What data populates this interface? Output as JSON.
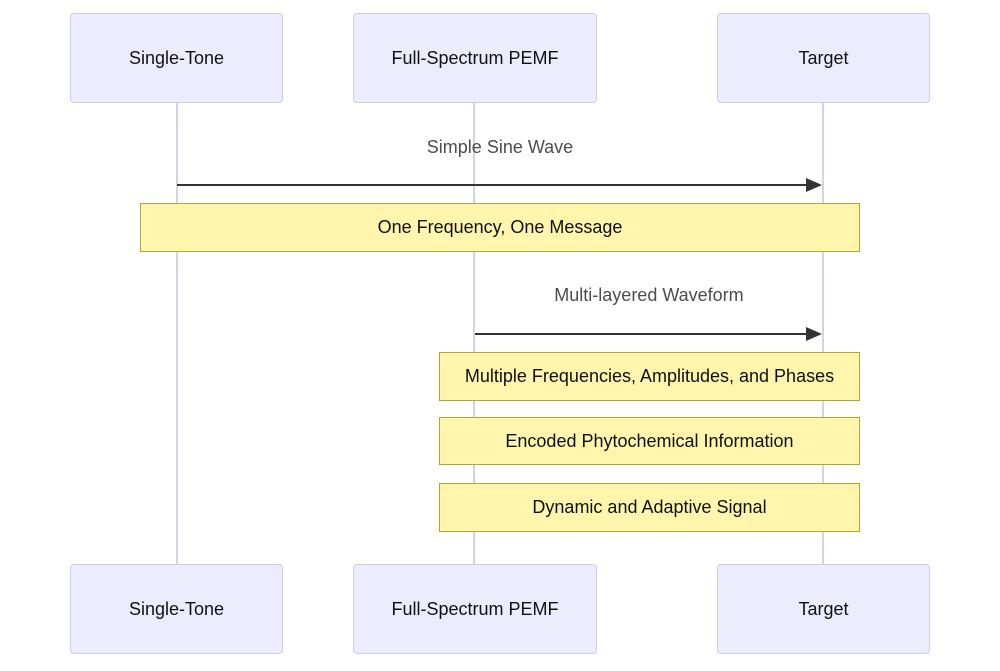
{
  "diagram": {
    "type": "sequence",
    "actors": [
      {
        "label": "Single-Tone"
      },
      {
        "label": "Full-Spectrum PEMF"
      },
      {
        "label": "Target"
      }
    ],
    "messages": [
      {
        "from": "Single-Tone",
        "to": "Target",
        "label": "Simple Sine Wave"
      },
      {
        "from": "Full-Spectrum PEMF",
        "to": "Target",
        "label": "Multi-layered Waveform"
      }
    ],
    "notes": [
      {
        "over": [
          "Single-Tone",
          "Target"
        ],
        "label": "One Frequency, One Message"
      },
      {
        "over": [
          "Full-Spectrum PEMF",
          "Target"
        ],
        "label": "Multiple Frequencies, Amplitudes, and Phases"
      },
      {
        "over": [
          "Full-Spectrum PEMF",
          "Target"
        ],
        "label": "Encoded Phytochemical Information"
      },
      {
        "over": [
          "Full-Spectrum PEMF",
          "Target"
        ],
        "label": "Dynamic and Adaptive Signal"
      }
    ],
    "colors": {
      "actor_fill": "#ECECFF",
      "actor_border": "#CFCCE8",
      "lifeline": "#D9D0EA",
      "note_fill": "#FFF5AD",
      "note_border": "#AAAA33",
      "arrow": "#333333",
      "message_text": "#4D4D4D",
      "background": "#FFFFFF"
    }
  }
}
